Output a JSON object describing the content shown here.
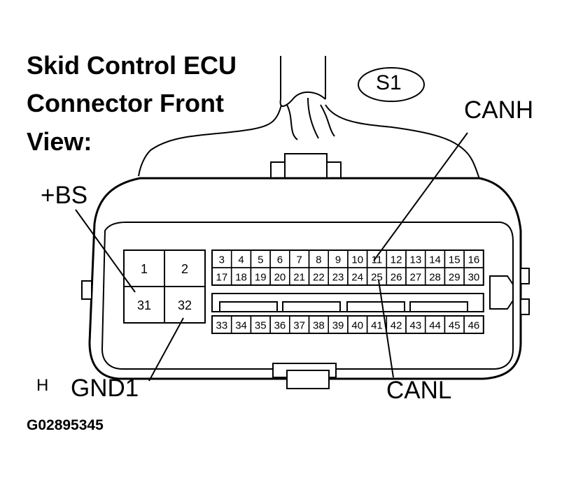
{
  "title": {
    "line1": "Skid Control ECU",
    "line2": "Connector Front",
    "line3": "View:"
  },
  "connector_code": "S1",
  "labels": {
    "canh": "CANH",
    "canl": "CANL",
    "bs": "+BS",
    "gnd1": "GND1",
    "h": "H",
    "figure_id": "G02895345"
  },
  "terminals": {
    "power_block": [
      "1",
      "2",
      "31",
      "32"
    ],
    "row1": [
      "3",
      "4",
      "5",
      "6",
      "7",
      "8",
      "9",
      "10",
      "11",
      "12",
      "13",
      "14",
      "15",
      "16"
    ],
    "row2": [
      "17",
      "18",
      "19",
      "20",
      "21",
      "22",
      "23",
      "24",
      "25",
      "26",
      "27",
      "28",
      "29",
      "30"
    ],
    "row3": [
      "33",
      "34",
      "35",
      "36",
      "37",
      "38",
      "39",
      "40",
      "41",
      "42",
      "43",
      "44",
      "45",
      "46"
    ]
  }
}
